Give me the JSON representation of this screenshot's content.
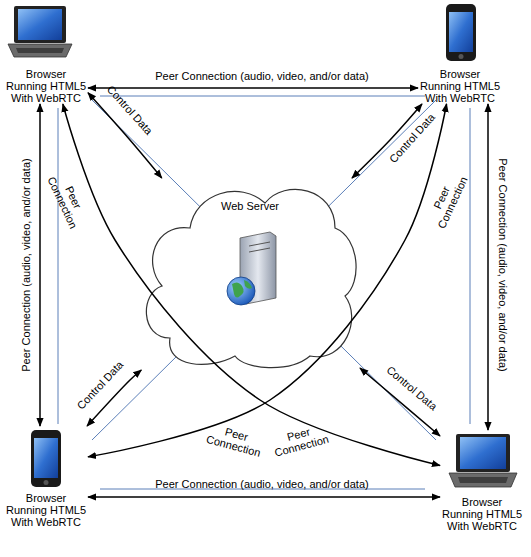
{
  "diagram": {
    "nodes": [
      {
        "text": [
          "Browser Running HTML5 With WebRTC"
        ]
      },
      {
        "text": [
          "Browser Running HTML5 With WebRTC"
        ]
      },
      {
        "text": [
          "Web Server"
        ]
      },
      {
        "text": [
          "Browser Running HTML5 With WebRTC"
        ]
      },
      {
        "text": [
          "Browser Running HTML5 With WebRTC"
        ]
      }
    ],
    "edges": [
      {
        "from": 0,
        "to": 1,
        "arrow": "both",
        "label": "Peer Connection (audio, video, and/or data)"
      },
      {
        "from": 0,
        "to": 2,
        "arrow": "both",
        "label": "Control Data"
      },
      {
        "from": 1,
        "to": 2,
        "arrow": "both",
        "label": "Control Data"
      },
      {
        "from": 0,
        "to": 3,
        "arrow": "both",
        "label": "Peer Connection (audio, video, and/or data)"
      },
      {
        "from": 1,
        "to": 4,
        "arrow": "both",
        "label": "Peer Connection (audio, video, and/or data)"
      },
      {
        "from": 0,
        "to": 4,
        "arrow": "both",
        "label": "Peer Connection"
      },
      {
        "from": 1,
        "to": 3,
        "arrow": "both",
        "label": "Peer Connection"
      },
      {
        "from": 3,
        "to": 2,
        "arrow": "both",
        "label": "Control Data"
      },
      {
        "from": 4,
        "to": 2,
        "arrow": "both",
        "label": "Control Data"
      },
      {
        "from": 3,
        "to": 4,
        "arrow": "both",
        "label": "Peer Connection (audio, video, and/or data)"
      }
    ],
    "labels": [
      "Peer Connection",
      "Peer Connection"
    ]
  }
}
